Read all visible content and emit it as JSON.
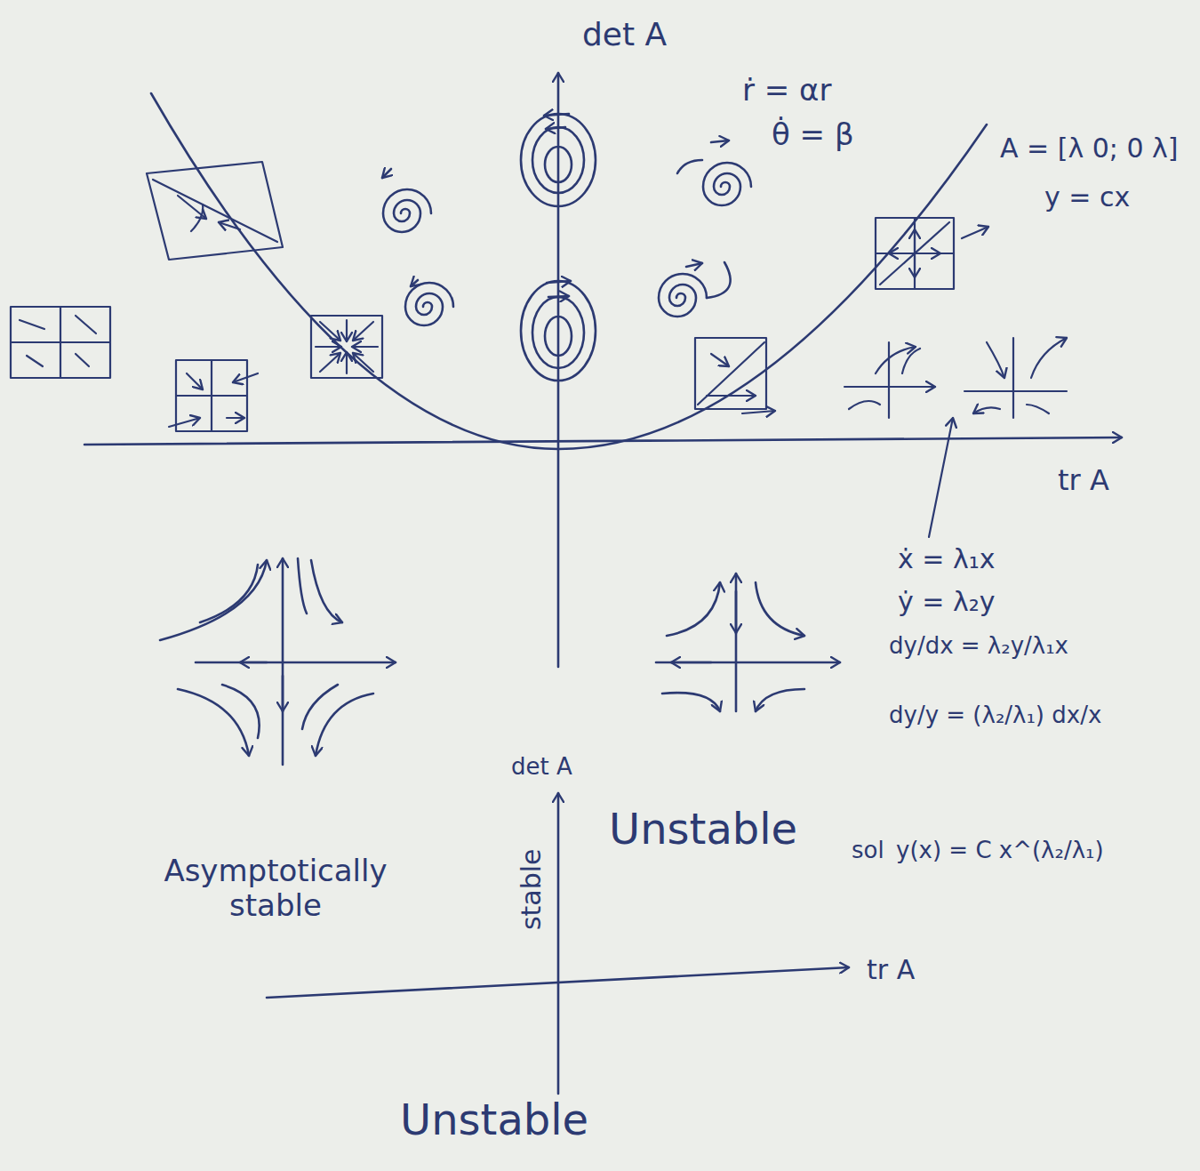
{
  "diagram": {
    "labels": [
      "det A",
      "ṙ = αr",
      "θ̇ = β",
      "A = [λ 0; 0 λ]",
      "y = cx",
      "tr A",
      "ẋ = λ₁x",
      "ẏ = λ₂y",
      "dy/dx = λ₂y/λ₁x",
      "dy/y = (λ₂/λ₁) dx/x",
      "sol",
      "y(x) = C x^(λ₂/λ₁)",
      "det A",
      "Unstable",
      "Asymptotically stable",
      "stable",
      "tr A",
      "Unstable"
    ]
  }
}
